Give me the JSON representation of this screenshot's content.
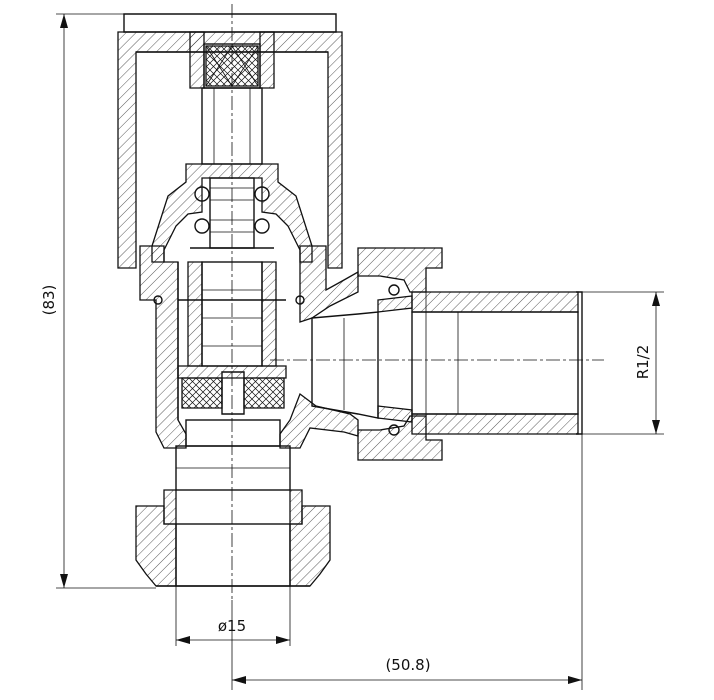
{
  "dimensions": {
    "height": "(83)",
    "inlet_diameter": "ø15",
    "offset": "(50.8)",
    "thread": "R1/2"
  }
}
